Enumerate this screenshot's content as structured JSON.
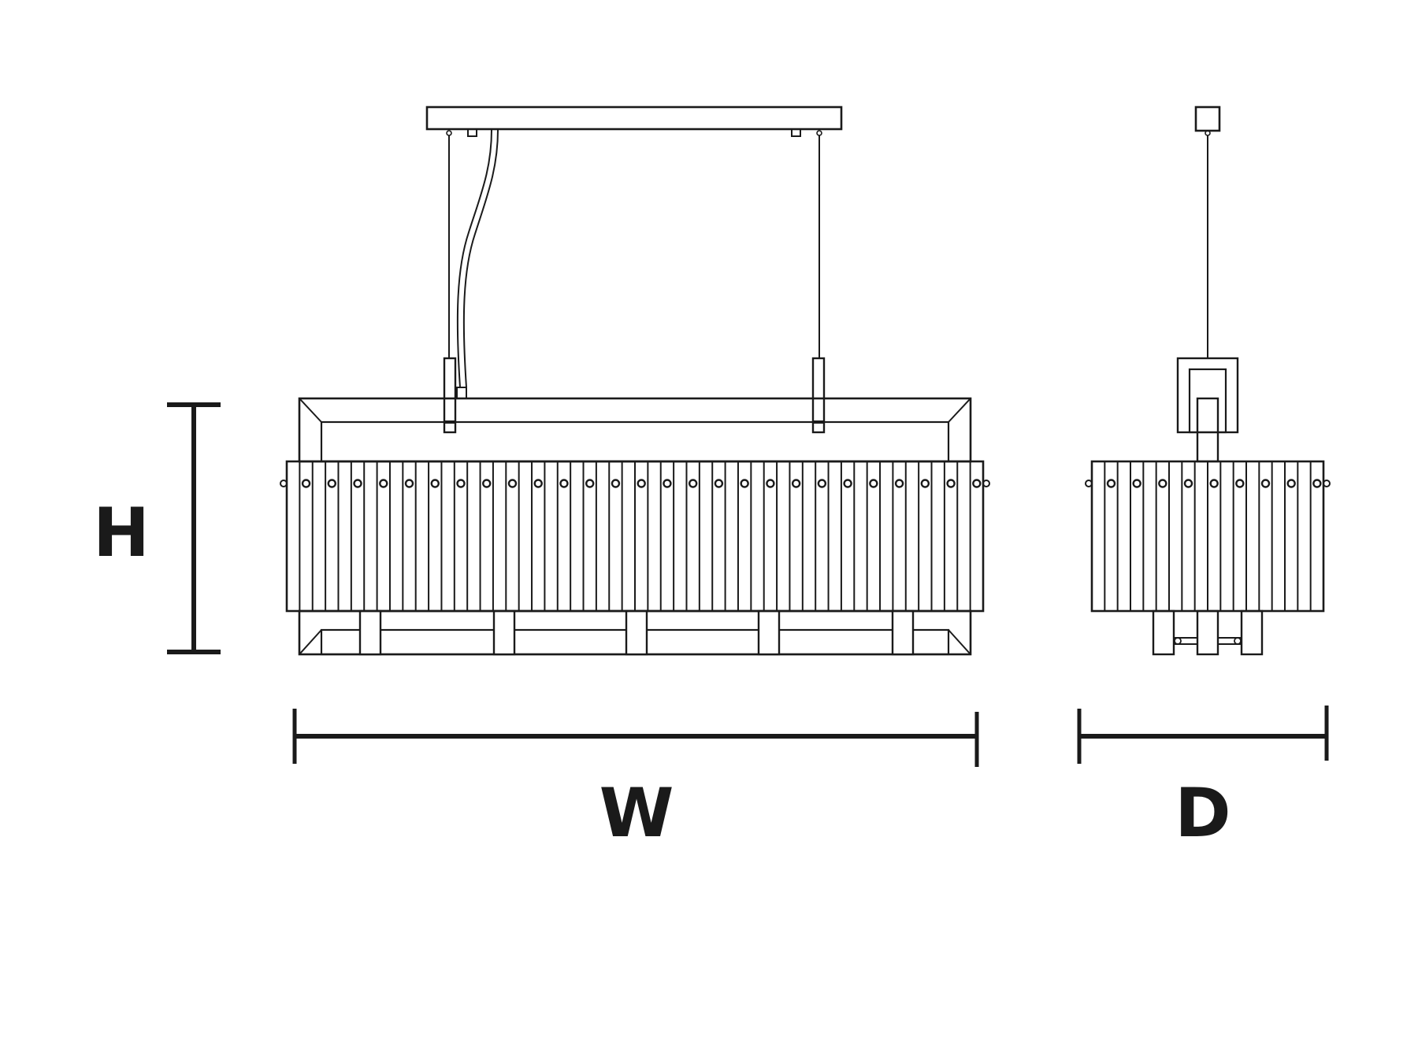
{
  "diagram": {
    "type": "dimension-drawing",
    "subject": "linear-chandelier",
    "views": [
      "front-view",
      "side-view"
    ],
    "labels": {
      "height": "H",
      "width": "W",
      "depth": "D"
    },
    "colors": {
      "line": "#1a1a1a",
      "background": "#ffffff"
    }
  }
}
